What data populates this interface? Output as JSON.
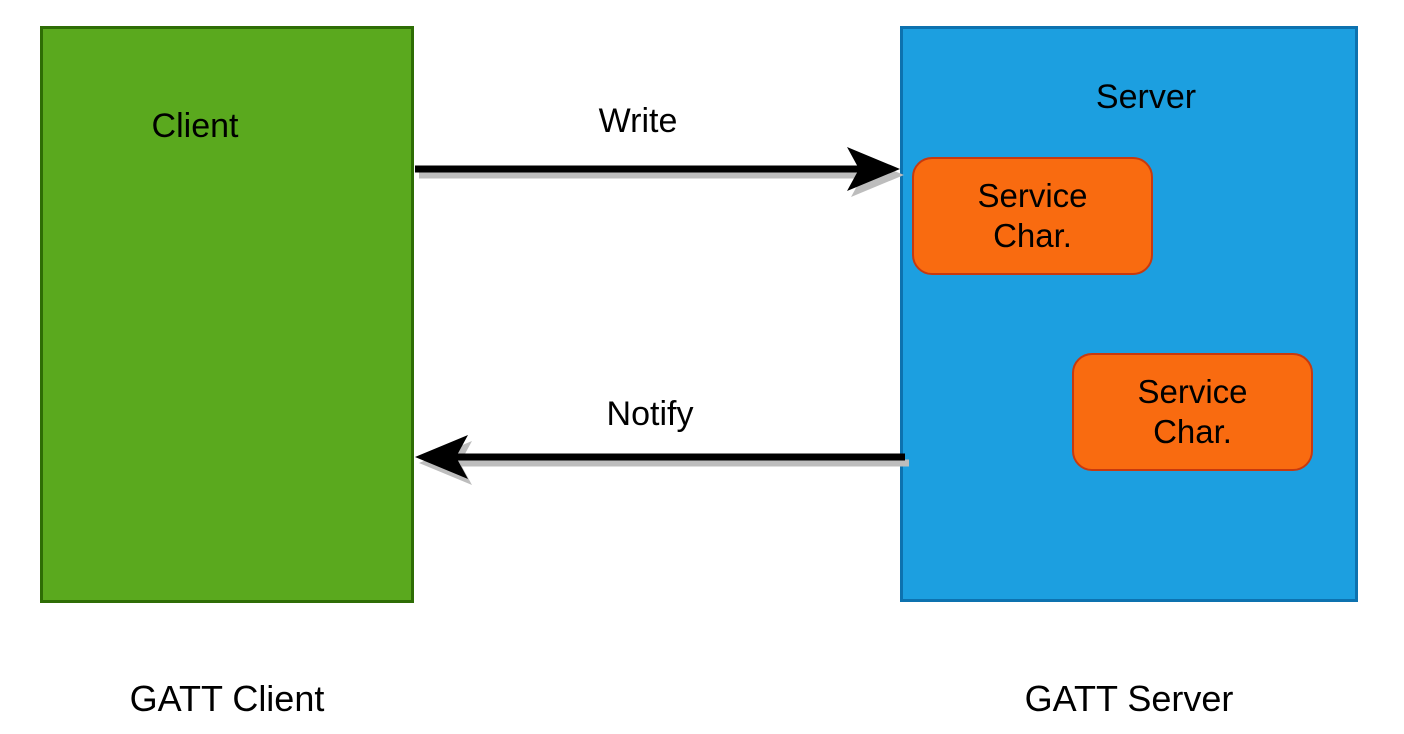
{
  "colors": {
    "background": "#ffffff",
    "client_fill": "#5aa91e",
    "client_border": "#2e6d05",
    "server_fill": "#1c9fe0",
    "server_border": "#0d72af",
    "service_fill": "#f96b10",
    "service_border": "#c8390e",
    "arrow": "#000000",
    "arrow_shadow": "#bdbdbd",
    "label_text": "#000000"
  },
  "client": {
    "label": "Client",
    "caption": "GATT Client"
  },
  "server": {
    "label": "Server",
    "caption": "GATT Server"
  },
  "service_characteristics": [
    {
      "line1": "Service",
      "line2": "Char."
    },
    {
      "line1": "Service",
      "line2": "Char."
    }
  ],
  "arrows": {
    "write": {
      "label": "Write",
      "from": "Client",
      "to": "Server"
    },
    "notify": {
      "label": "Notify",
      "from": "Server",
      "to": "Client"
    }
  }
}
